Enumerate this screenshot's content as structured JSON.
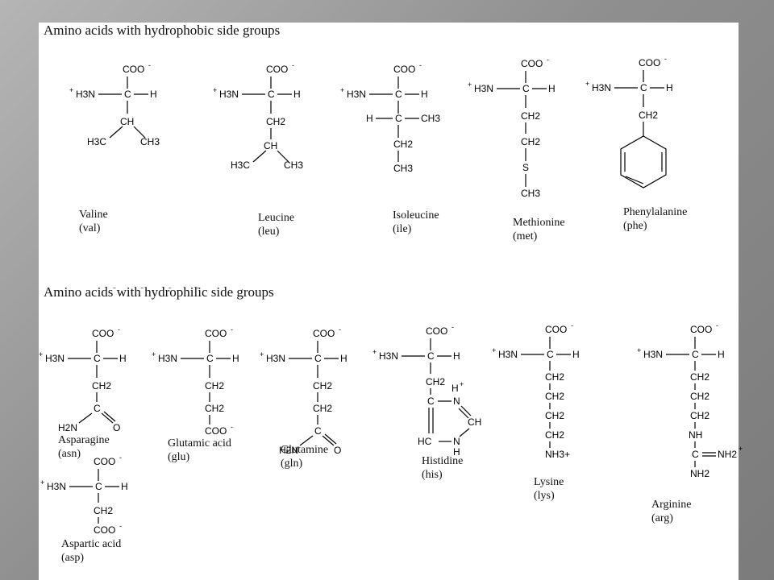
{
  "headings": {
    "hydrophobic": "Amino acids with hydrophobic side groups",
    "hydrophilic": "Amino acids with hydrophilic side groups",
    "scratch": "- - - -"
  },
  "atoms": {
    "carboxylate": "COO",
    "minus": "-",
    "plus": "+",
    "ammonium": "H3N",
    "amide": "H2N",
    "amine": "NH2",
    "lysine_terminal": "NH3+",
    "carbon": "C",
    "hydrogen": "H",
    "methine": "CH",
    "methylene": "CH2",
    "methyl": "CH3",
    "methyl_left": "H3C",
    "sulfur": "S",
    "oxygen": "O",
    "nitrogen": "N",
    "imine_h": "NH",
    "ring_h": "H",
    "ring_hc": "HC"
  },
  "amino_acids": {
    "valine": {
      "name": "Valine",
      "abbr": "(val)"
    },
    "leucine": {
      "name": "Leucine",
      "abbr": "(leu)"
    },
    "isoleucine": {
      "name": "Isoleucine",
      "abbr": "(ile)"
    },
    "methionine": {
      "name": "Methionine",
      "abbr": "(met)"
    },
    "phenylalanine": {
      "name": "Phenylalanine",
      "abbr": "(phe)"
    },
    "asparagine": {
      "name": "Asparagine",
      "abbr": "(asn)"
    },
    "glutamic_acid": {
      "name": "Glutamic acid",
      "abbr": "(glu)"
    },
    "glutamine": {
      "name": "Glutamine",
      "abbr": "(gln)"
    },
    "histidine": {
      "name": "Histidine",
      "abbr": "(his)"
    },
    "lysine": {
      "name": "Lysine",
      "abbr": "(lys)"
    },
    "arginine": {
      "name": "Arginine",
      "abbr": "(arg)"
    },
    "aspartic_acid": {
      "name": "Aspartic acid",
      "abbr": "(asp)"
    }
  }
}
